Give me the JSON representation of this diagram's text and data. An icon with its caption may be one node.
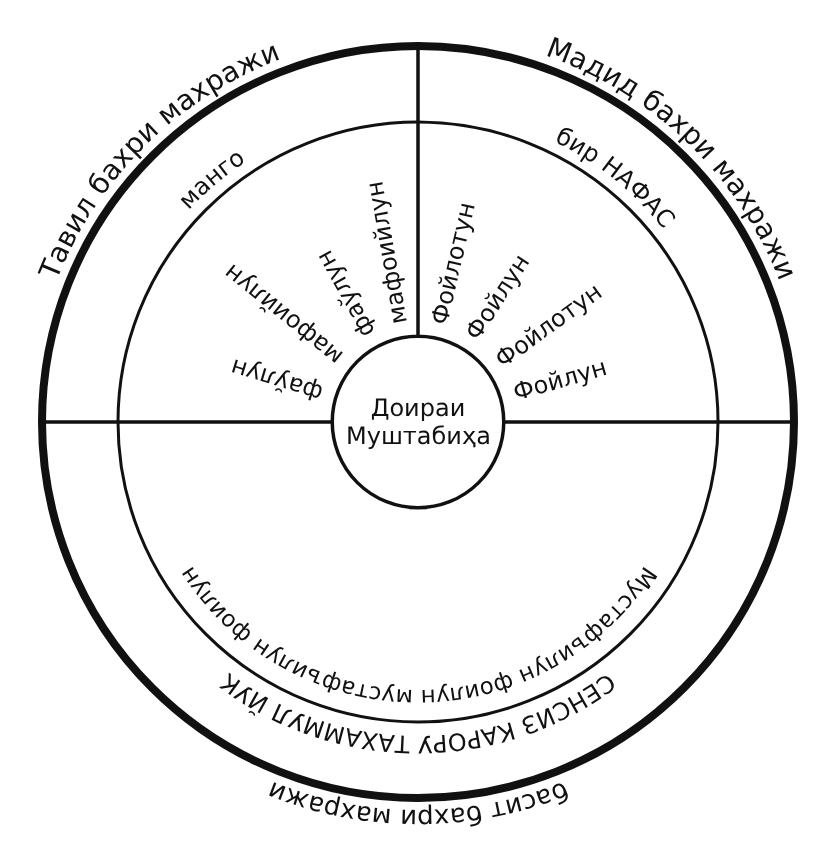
{
  "diagram": {
    "nodes": [
      {
        "text": [
          "Тавил бахри махражи",
          "манго",
          "фаўлун",
          "мафоийлун",
          "фаўлун",
          "мафоийлун"
        ]
      },
      {
        "text": [
          "Мадид бахри махражи",
          "бир НАФАС",
          "Фойлотун",
          "Фойлун",
          "Фойлотун",
          "Фойлун"
        ]
      },
      {
        "text": [
          "Мустафъилун фоилун мустафъилун фоилун",
          "СЕНСИЗ КАРОРУ ТАХАММУЛ ЙУК",
          "басит бахри махражи"
        ]
      },
      {
        "text": [
          "Доираи Муштабиҳа"
        ]
      }
    ]
  }
}
